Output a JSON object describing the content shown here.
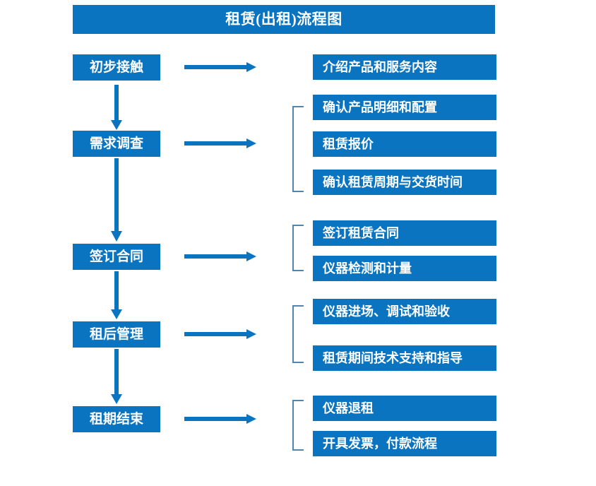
{
  "diagram": {
    "title": "租赁(出租)流程图",
    "accent_color": "#0a74c0",
    "bracket_color": "#4f86b3",
    "background_color": "#ffffff",
    "title_text_color": "#ffffff"
  },
  "stages": [
    {
      "label": "初步接触"
    },
    {
      "label": "需求调查"
    },
    {
      "label": "签订合同"
    },
    {
      "label": "租后管理"
    },
    {
      "label": "租期结束"
    }
  ],
  "details": [
    {
      "label": "介绍产品和服务内容"
    },
    {
      "label": "确认产品明细和配置"
    },
    {
      "label": "租赁报价"
    },
    {
      "label": "确认租赁周期与交货时间"
    },
    {
      "label": "签订租赁合同"
    },
    {
      "label": "仪器检测和计量"
    },
    {
      "label": "仪器进场、调试和验收"
    },
    {
      "label": "租赁期间技术支持和指导"
    },
    {
      "label": "仪器退租"
    },
    {
      "label": "开具发票，付款流程"
    }
  ],
  "connectors": {
    "horizontal_arrow_count": 5,
    "vertical_arrow_count": 4,
    "bracket_count": 4
  }
}
